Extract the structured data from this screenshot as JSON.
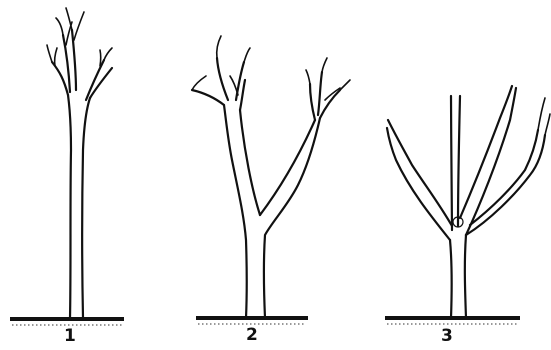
{
  "figures": [
    {
      "label": "1",
      "ground_color": "#111111",
      "stroke_color": "#111111"
    },
    {
      "label": "2",
      "ground_color": "#111111",
      "stroke_color": "#111111"
    },
    {
      "label": "3",
      "ground_color": "#111111",
      "stroke_color": "#111111"
    }
  ]
}
